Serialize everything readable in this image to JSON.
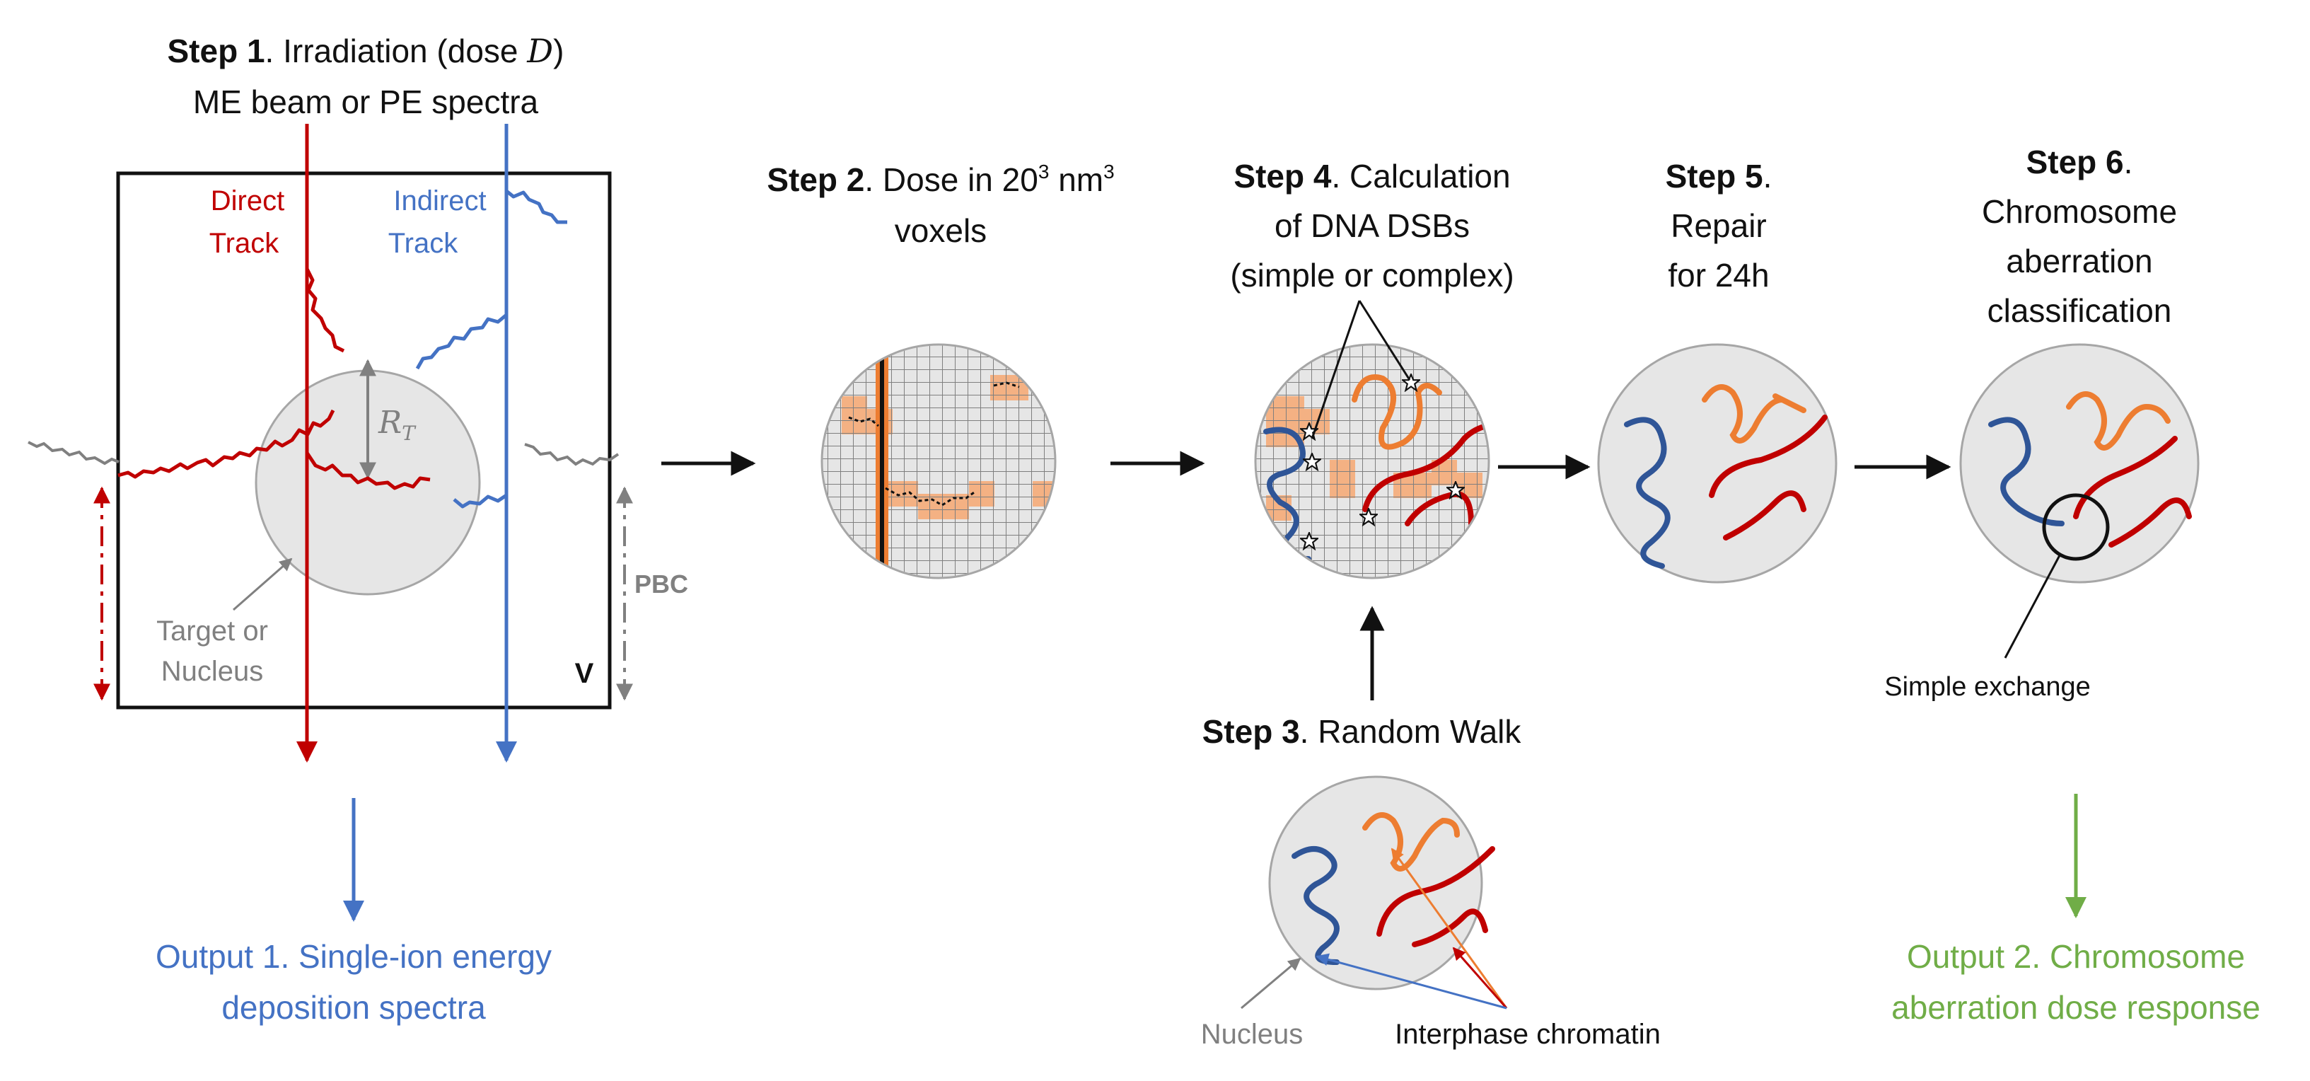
{
  "colors": {
    "red": "#c00000",
    "blue": "#4472c4",
    "green": "#70ad47",
    "orange": "#ed7d31",
    "voxel": "#f4b183",
    "grey": "#808080",
    "circle_fill": "#e6e6e6"
  },
  "step1": {
    "title_bold": "Step 1",
    "title_rest": ". Irradiation (dose ",
    "dose_symbol": "D",
    "title_close": ")",
    "subtitle": "ME beam or PE spectra",
    "direct_line1": "Direct",
    "direct_line2": "Track",
    "indirect_line1": "Indirect",
    "indirect_line2": "Track",
    "radius_main": "R",
    "radius_sub": "T",
    "target_line1": "Target or",
    "target_line2": "Nucleus",
    "pbc": "PBC",
    "volume": "V"
  },
  "step2": {
    "title_bold": "Step 2",
    "title_rest": ". Dose in 20",
    "sup1": "3",
    "mid": " nm",
    "sup2": "3",
    "line2": "voxels"
  },
  "step3": {
    "title_bold": "Step 3",
    "title_rest": ". Random Walk",
    "nucleus": "Nucleus",
    "chromatin": "Interphase chromatin"
  },
  "step4": {
    "title_bold": "Step 4",
    "title_rest": ". Calculation",
    "line2": "of DNA DSBs",
    "line3": "(simple or complex)"
  },
  "step5": {
    "title_bold": "Step 5",
    "title_rest": ".",
    "line2": "Repair",
    "line3": "for 24h"
  },
  "step6": {
    "title_bold": "Step 6",
    "title_rest": ".",
    "line2": "Chromosome",
    "line3": "aberration",
    "line4": "classification",
    "annotation": "Simple exchange"
  },
  "output1": {
    "line1": "Output 1. Single-ion energy",
    "line2": "deposition spectra"
  },
  "output2": {
    "line1": "Output 2. Chromosome",
    "line2": "aberration dose response"
  }
}
